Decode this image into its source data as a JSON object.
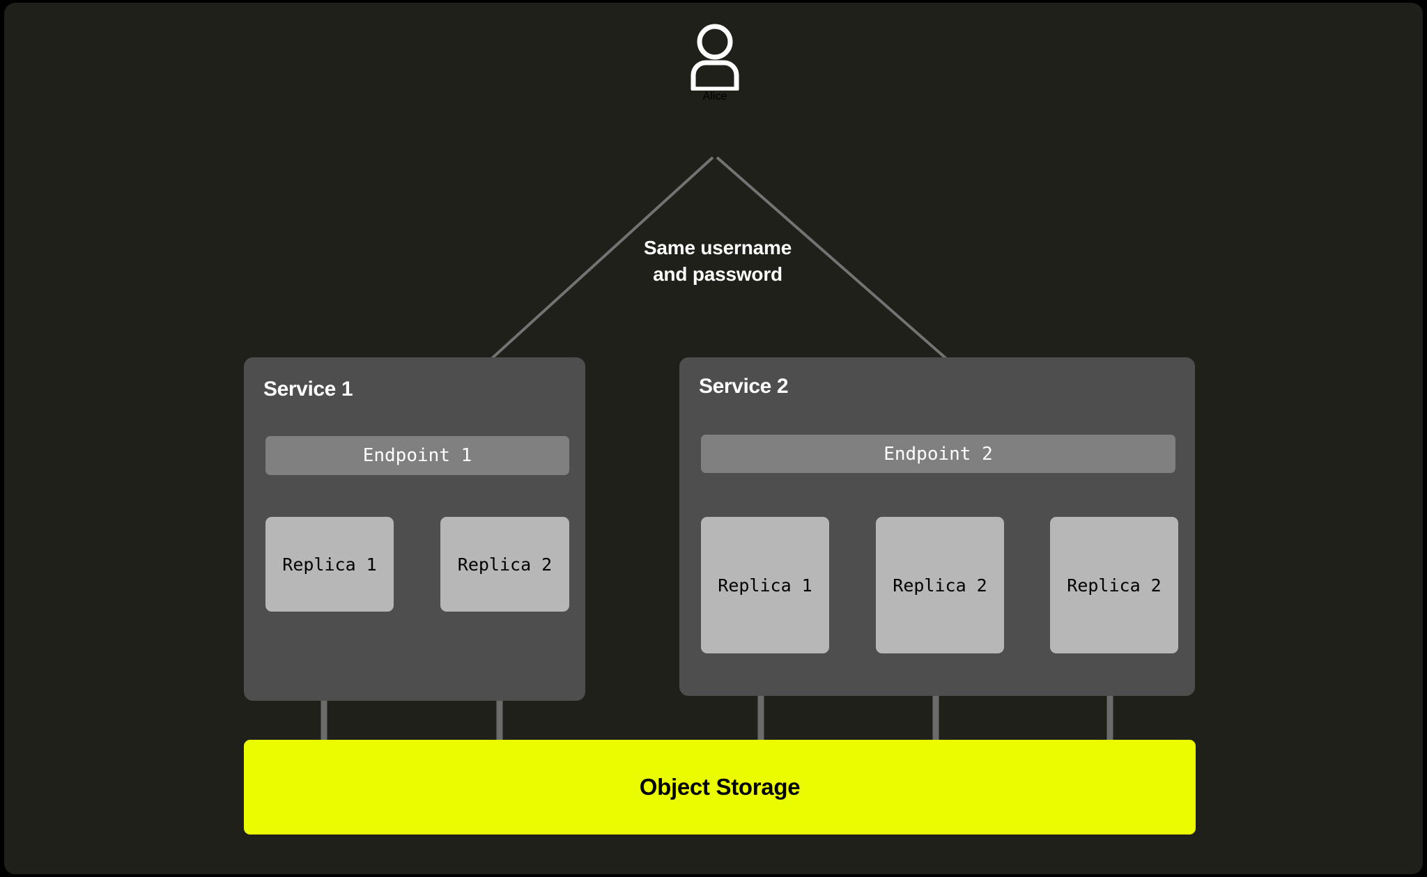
{
  "canvas": {
    "background_color": "#1f2019"
  },
  "actor": {
    "icon": "person-icon",
    "label": "Alice",
    "color": "#ffffff"
  },
  "flow": {
    "caption_line_1": "Same username",
    "caption_line_2": "and password",
    "arrow_color": "#6e6e6e",
    "connector_color": "#6b6b6b"
  },
  "services": [
    {
      "title": "Service 1",
      "card_color": "#4e4e4e",
      "endpoint": {
        "label": "Endpoint 1",
        "color": "#808080"
      },
      "replicas": [
        {
          "label": "Replica 1"
        },
        {
          "label": "Replica 2"
        }
      ]
    },
    {
      "title": "Service 2",
      "card_color": "#4e4e4e",
      "endpoint": {
        "label": "Endpoint 2",
        "color": "#808080"
      },
      "replicas": [
        {
          "label": "Replica 1"
        },
        {
          "label": "Replica 2"
        },
        {
          "label": "Replica 2"
        }
      ]
    }
  ],
  "storage": {
    "label": "Object Storage",
    "color": "#ecfc00",
    "text_color": "#000000"
  }
}
